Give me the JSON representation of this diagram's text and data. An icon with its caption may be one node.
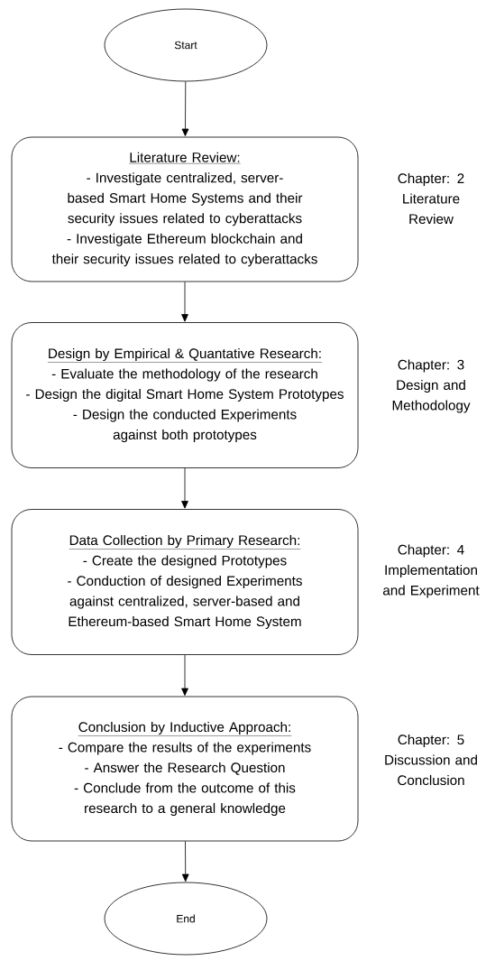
{
  "diagram": {
    "nodes": [
      {
        "text": [
          "Start"
        ]
      },
      {
        "text": [
          "Literature Review:",
          "- Investigate centralized, server-based Smart Home Systems and their security issues related to cyberattacks",
          "- Investigate Ethereum blockchain and their security issues related to cyberattacks"
        ],
        "beside": [
          "Chapter: 2 Literature Review"
        ]
      },
      {
        "text": [
          "Design by Empirical & Quantative Research:",
          "- Evaluate the methodology of the research",
          "- Design the digital Smart Home System Prototypes",
          "- Design the conducted Experiments against both prototypes"
        ],
        "beside": [
          "Chapter: 3 Design and Methodology"
        ]
      },
      {
        "text": [
          "Data Collection by Primary Research:",
          "- Create the designed Prototypes",
          "- Conduction of designed Experiments against centralized, server-based and Ethereum-based Smart Home System"
        ],
        "beside": [
          "Chapter: 4 Implementation and Experiment"
        ]
      },
      {
        "text": [
          "Conclusion by Inductive Approach:",
          "- Compare the results of the experiments",
          "- Answer the Research Question",
          "- Conclude from the outcome of this research to a general knowledge"
        ],
        "beside": [
          "Chapter: 5 Discussion and Conclusion"
        ]
      },
      {
        "text": [
          "End"
        ]
      }
    ],
    "edges": [
      {
        "from": 0,
        "to": 1,
        "arrow": "to"
      },
      {
        "from": 1,
        "to": 2,
        "arrow": "to"
      },
      {
        "from": 2,
        "to": 3,
        "arrow": "to"
      },
      {
        "from": 3,
        "to": 4,
        "arrow": "to"
      },
      {
        "from": 4,
        "to": 5,
        "arrow": "to"
      }
    ]
  }
}
